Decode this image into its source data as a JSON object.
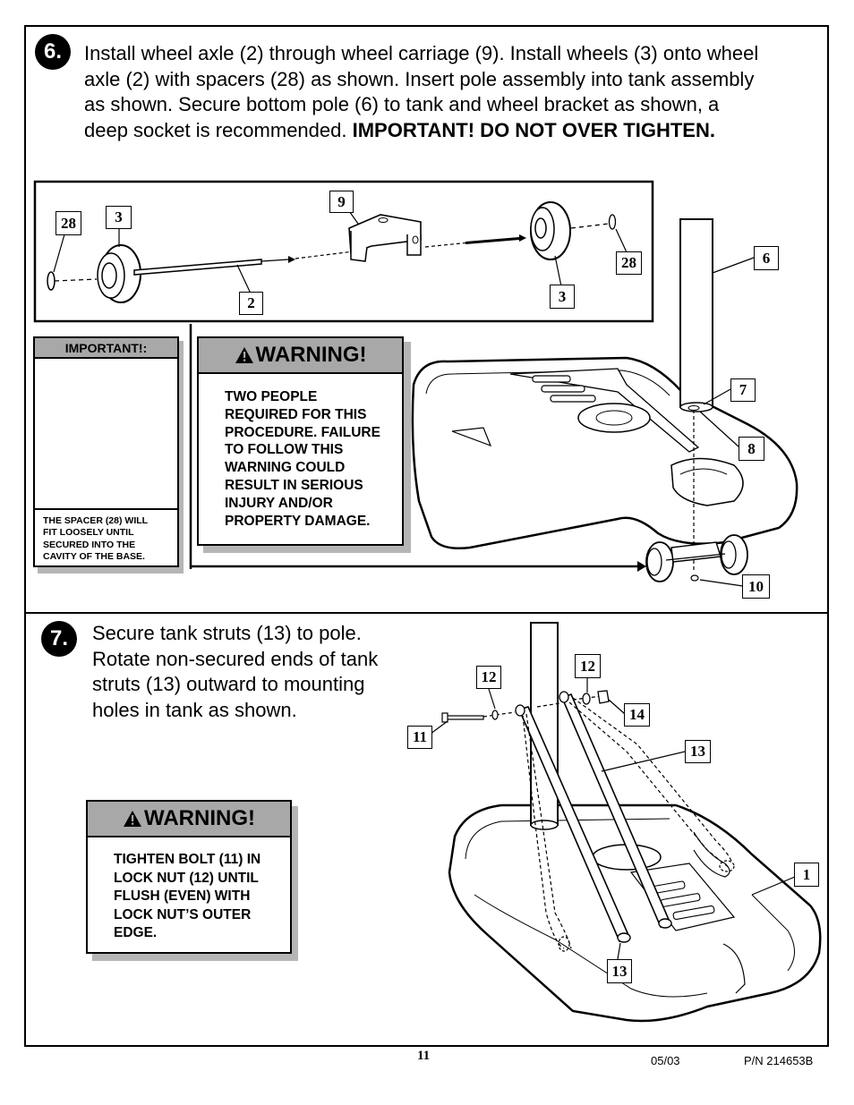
{
  "step6": {
    "number": "6.",
    "text_lines": [
      "Install wheel axle (2) through wheel carriage (9). Install wheels (3) onto wheel",
      "axle (2) with spacers (28) as shown. Insert pole assembly into tank assembly",
      "as shown.  Secure bottom pole (6) to tank and wheel bracket as shown, a",
      "deep socket is recommended. "
    ],
    "emphasis": "IMPORTANT! DO NOT OVER TIGHTEN.",
    "important_panel": {
      "header": "IMPORTANT!:",
      "note_lines": [
        "THE SPACER (28) WILL",
        "FIT LOOSELY UNTIL",
        "SECURED INTO THE",
        "CAVITY OF THE BASE."
      ]
    },
    "warning": {
      "title": "WARNING!",
      "body_lines": [
        "TWO PEOPLE",
        "REQUIRED FOR THIS",
        "PROCEDURE.  FAILURE",
        "TO FOLLOW THIS",
        "WARNING COULD",
        "RESULT IN SERIOUS",
        "INJURY AND/OR",
        "PROPERTY DAMAGE."
      ]
    },
    "callouts": {
      "c28a": "28",
      "c3a": "3",
      "c9": "9",
      "c2": "2",
      "c28b": "28",
      "c3b": "3",
      "c6": "6",
      "c7": "7",
      "c8": "8",
      "c10": "10"
    }
  },
  "step7": {
    "number": "7.",
    "text_lines": [
      "Secure tank struts (13) to pole.",
      "Rotate non-secured ends of tank",
      "struts (13) outward to mounting",
      "holes in tank as shown."
    ],
    "warning": {
      "title": "WARNING!",
      "body_lines": [
        "TIGHTEN BOLT (11) IN",
        "LOCK NUT (12) UNTIL",
        "FLUSH (EVEN) WITH",
        "LOCK NUT’S OUTER",
        "EDGE."
      ]
    },
    "callouts": {
      "c12a": "12",
      "c12b": "12",
      "c14": "14",
      "c11": "11",
      "c13a": "13",
      "c1": "1",
      "c13b": "13"
    }
  },
  "footer": {
    "page_number": "11",
    "date": "05/03",
    "part_number": "P/N 214653B"
  },
  "icons": {
    "warning_icon": "warning-triangle-icon"
  }
}
